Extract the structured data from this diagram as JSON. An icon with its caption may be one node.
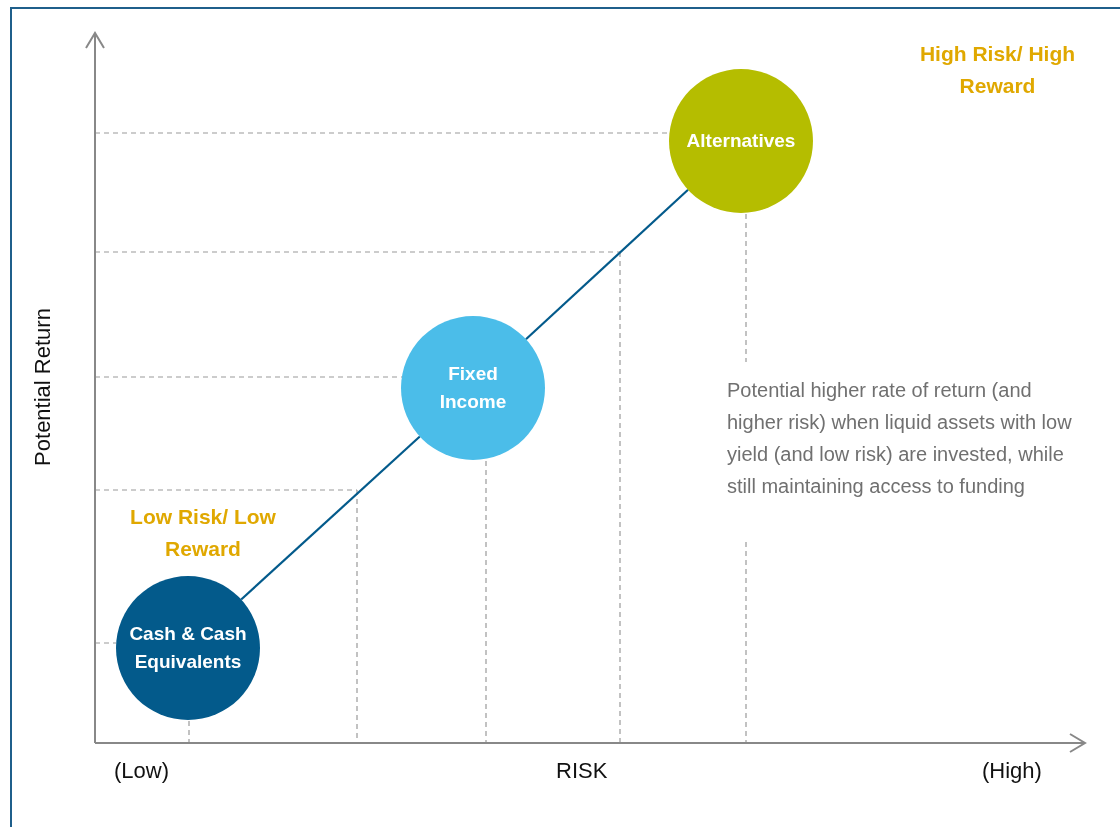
{
  "diagram": {
    "nodes": [
      {
        "text": [
          "Cash & Cash Equivalents"
        ]
      },
      {
        "text": [
          "Fixed Income"
        ]
      },
      {
        "text": [
          "Alternatives"
        ]
      }
    ],
    "edges": [
      {
        "from": 0,
        "to": 1,
        "arrow": "none"
      },
      {
        "from": 1,
        "to": 2,
        "arrow": "none"
      }
    ],
    "labels": [
      "High Risk/ High Reward",
      "Potential Return",
      "Low Risk/ Low Reward",
      "Potential higher rate of return (and higher risk) when liquid assets with low yield (and low risk) are invested, while still maintaining access to funding",
      "(Low)",
      "RISK",
      "(High)"
    ]
  }
}
